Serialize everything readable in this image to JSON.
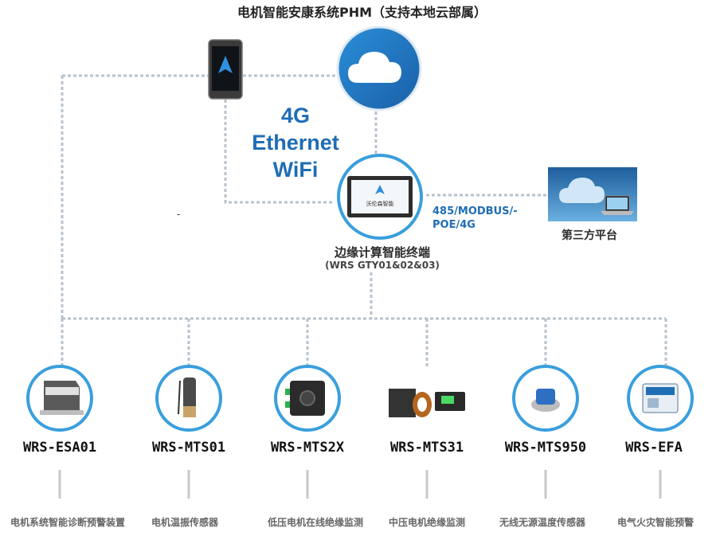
{
  "header": {
    "title": "电机智能安康系统PHM（支持本地云部属）"
  },
  "network": {
    "lines": [
      "4G",
      "Ethernet",
      "WiFi"
    ]
  },
  "edge": {
    "name": "边缘计算智能终端",
    "model": "(WRS GTY01&02&03)",
    "screen_text": "沃伦森智能"
  },
  "protocol": {
    "text": "485/MODBUS/-POE/4G"
  },
  "third_party": {
    "label": "第三方平台"
  },
  "misc": {
    "dash": "-"
  },
  "devices": [
    {
      "model": "WRS-ESA01",
      "desc": "电机系统智能诊断预警装置"
    },
    {
      "model": "WRS-MTS01",
      "desc": "电机温振传感器"
    },
    {
      "model": "WRS-MTS2X",
      "desc": "低压电机在线绝缘监测"
    },
    {
      "model": "WRS-MTS31",
      "desc": "中压电机绝缘监测"
    },
    {
      "model": "WRS-MTS950",
      "desc": "无线无源温度传感器"
    },
    {
      "model": "WRS-EFA",
      "desc": "电气火灾智能预警"
    }
  ],
  "colors": {
    "accent": "#1f6db5",
    "ring": "#3a9fdd",
    "line": "#b8c2cc",
    "stem": "#c8c8c8"
  }
}
